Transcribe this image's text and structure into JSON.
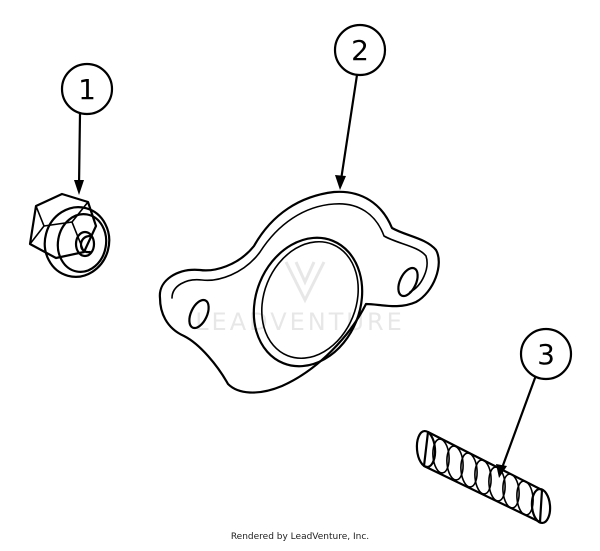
{
  "callouts": [
    {
      "id": "1",
      "label": "1"
    },
    {
      "id": "2",
      "label": "2"
    },
    {
      "id": "3",
      "label": "3"
    }
  ],
  "watermark": {
    "text": "LEADVENTURE"
  },
  "footer": {
    "credit": "Rendered by LeadVenture, Inc."
  },
  "colors": {
    "ink": "#000000",
    "background": "#ffffff",
    "watermark": "#d9d9d9"
  }
}
